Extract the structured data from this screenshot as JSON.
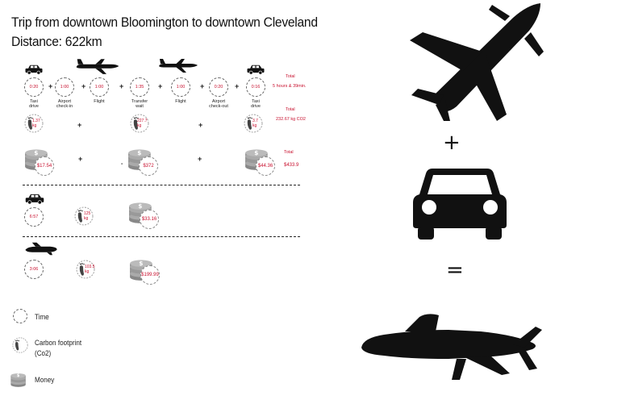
{
  "header": {
    "title_line1": "Trip from downtown Bloomington to  downtown Cleveland",
    "title_line2": "Distance: 622km"
  },
  "row_flight": {
    "times": [
      "0:20",
      "1:00",
      "1:00",
      "1:35",
      "1:00",
      "0:20",
      "0:16"
    ],
    "labels": [
      "Taxi\ndrive",
      "Airport\ncheck-in",
      "Flight",
      "Transfer\nwait",
      "Flight",
      "Airport\ncheck-out",
      "Taxi\ndrive"
    ],
    "time_total_label": "Total",
    "time_total_value": "5 hours & 39min.",
    "co2": [
      "1.37\nkg",
      "227.7\nkg",
      "3.7\nkg"
    ],
    "co2_total_label": "Total",
    "co2_total_value": "232.67 kg CO2",
    "money": [
      "$17.54",
      "$372",
      "$44.36"
    ],
    "money_total_label": "Total",
    "money_total_value": "$433.9"
  },
  "row_car": {
    "time": "6:57",
    "co2": "125\nkg",
    "money": "$33.16"
  },
  "row_jet": {
    "time": "3:06",
    "co2": "103.5\nkg",
    "money": "$199.99"
  },
  "legend": {
    "time": "Time",
    "carbon_line1": "Carbon footprint",
    "carbon_line2": "(Co2)",
    "money": "Money"
  },
  "equation": {
    "plus": "+",
    "equals": "="
  },
  "operators": {
    "plus": "+",
    "minus": "-"
  },
  "icons": [
    "taxi-icon",
    "airplane-icon",
    "car-icon",
    "private-jet-icon",
    "clock-icon",
    "footprint-icon",
    "coin-stack-icon"
  ],
  "colors": {
    "accent": "#c8102e",
    "ink": "#111111"
  }
}
